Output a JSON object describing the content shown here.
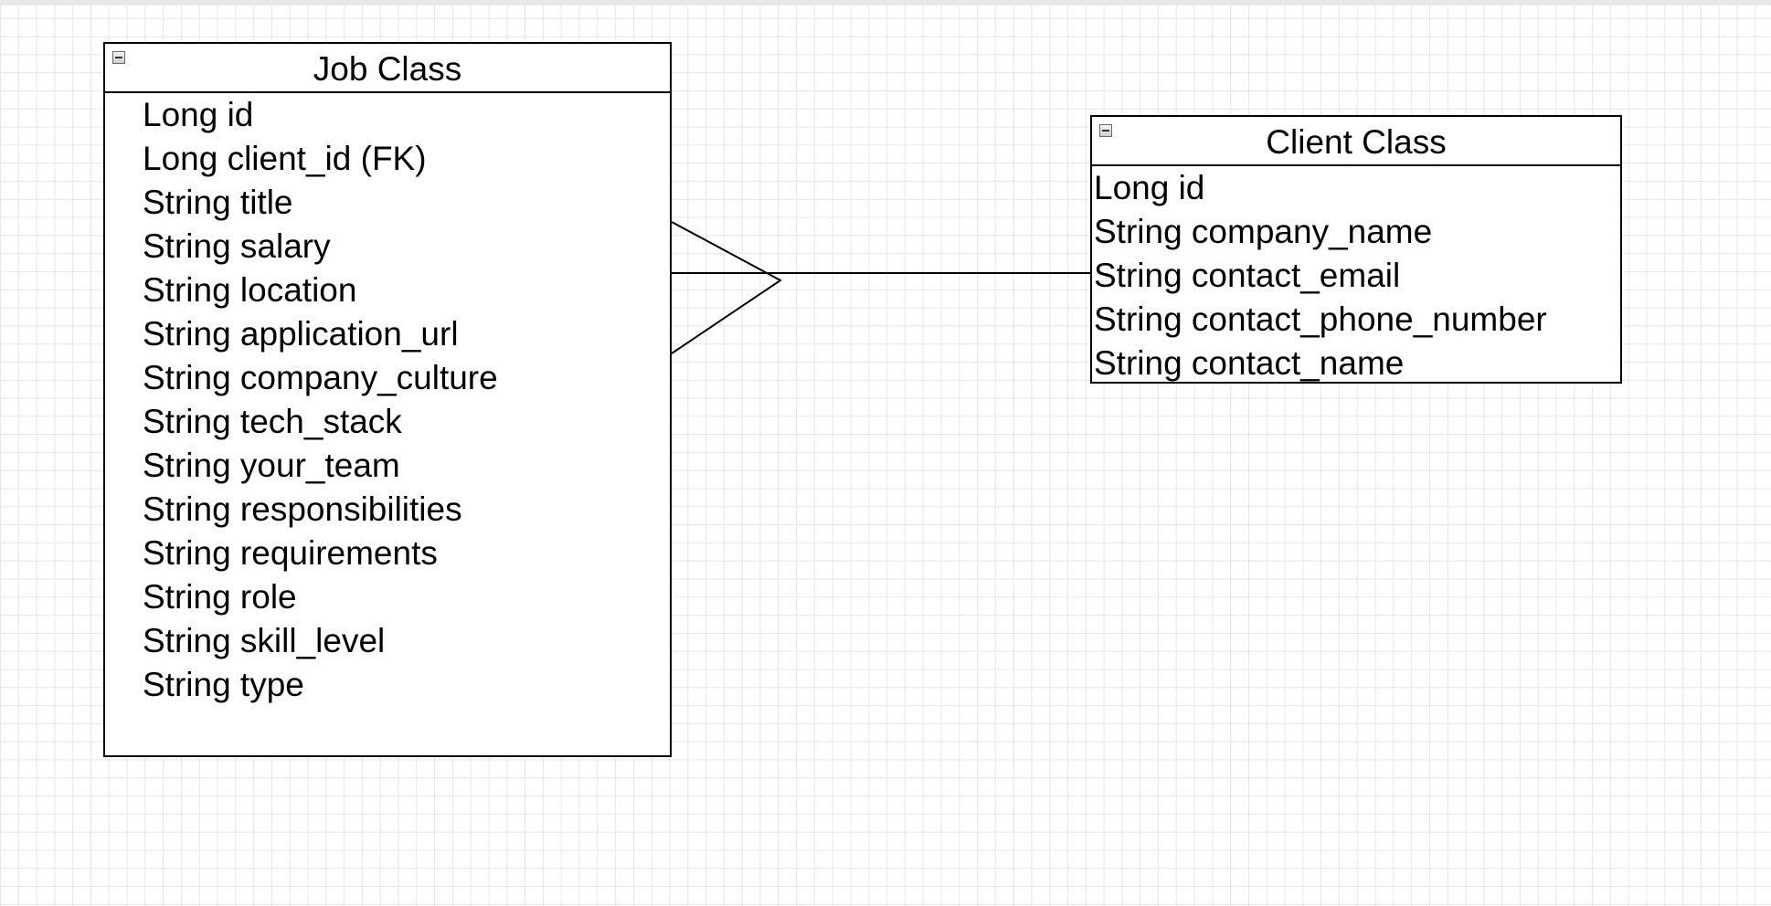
{
  "job_class": {
    "title": "Job Class",
    "fields": [
      "Long id",
      "Long client_id (FK)",
      "String title",
      "String salary",
      "String location",
      "String application_url",
      "String company_culture",
      "String tech_stack",
      "String your_team",
      "String responsibilities",
      "String requirements",
      "String role",
      "String skill_level",
      "String type"
    ]
  },
  "client_class": {
    "title": "Client Class",
    "fields": [
      "Long id",
      "String company_name",
      "String contact_email",
      "String contact_phone_number",
      "String contact_name"
    ]
  },
  "relationship": {
    "type": "one-to-many",
    "from": "Client Class",
    "to": "Job Class",
    "notation": "crow-foot"
  },
  "colors": {
    "grid": "#e6e6e6",
    "stroke": "#000000",
    "background": "#ffffff"
  },
  "icons": {
    "collapse": "minus-box-icon"
  }
}
